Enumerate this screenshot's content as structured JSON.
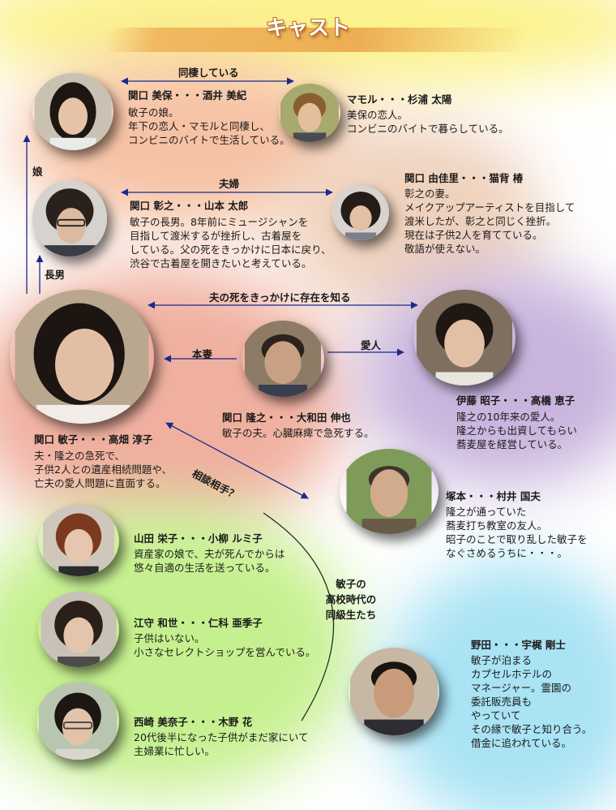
{
  "title": "キャスト",
  "relations": {
    "cohabit": "同棲している",
    "spouse": "夫婦",
    "daughter": "娘",
    "son": "長男",
    "learned": "夫の死をきっかけに存在を知る",
    "wife": "本妻",
    "lover": "愛人",
    "consult": "相談相手？",
    "classmates": [
      "敏子の",
      "高校時代の",
      "同級生たち"
    ]
  },
  "cast": {
    "miho": {
      "name": "関口 美保・・・酒井 美紀",
      "desc": [
        "敏子の娘。",
        "年下の恋人・マモルと同棲し、",
        "コンビニのバイトで生活している。"
      ]
    },
    "mamoru": {
      "name": "マモル・・・杉浦 太陽",
      "desc": [
        "美保の恋人。",
        "コンビニのバイトで暮らしている。"
      ]
    },
    "akiyuki": {
      "name": "関口 彰之・・・山本 太郎",
      "desc": [
        "敏子の長男。8年前にミュージシャンを",
        "目指して渡米するが挫折し、古着屋を",
        "している。父の死をきっかけに日本に戻り、",
        "渋谷で古着屋を開きたいと考えている。"
      ]
    },
    "yukari": {
      "name": "関口 由佳里・・・猫背 椿",
      "desc": [
        "彰之の妻。",
        "メイクアップアーティストを目指して",
        "渡米したが、彰之と同じく挫折。",
        "現在は子供2人を育てている。",
        "敬語が使えない。"
      ]
    },
    "toshiko": {
      "name": "関口 敏子・・・高畑 淳子",
      "desc": [
        "夫・隆之の急死で、",
        "子供2人との遺産相続問題や、",
        "亡夫の愛人問題に直面する。"
      ]
    },
    "takayuki": {
      "name": "関口 隆之・・・大和田 伸也",
      "desc": [
        "敏子の夫。心臓麻痺で急死する。"
      ]
    },
    "shoko": {
      "name": "伊藤 昭子・・・高橋 恵子",
      "desc": [
        "隆之の10年来の愛人。",
        "隆之からも出資してもらい",
        "蕎麦屋を経営している。"
      ]
    },
    "tsukamoto": {
      "name": "塚本・・・村井 国夫",
      "desc": [
        "隆之が通っていた",
        "蕎麦打ち教室の友人。",
        "昭子のことで取り乱した敏子を",
        "なぐさめるうちに・・・。"
      ]
    },
    "eiko": {
      "name": "山田 栄子・・・小柳 ルミ子",
      "desc": [
        "資産家の娘で、夫が死んでからは",
        "悠々自適の生活を送っている。"
      ]
    },
    "kazuyo": {
      "name": "江守 和世・・・仁科 亜季子",
      "desc": [
        "子供はいない。",
        "小さなセレクトショップを営んでいる。"
      ]
    },
    "minako": {
      "name": "西崎 美奈子・・・木野 花",
      "desc": [
        "20代後半になった子供がまだ家にいて",
        "主婦業に忙しい。"
      ]
    },
    "noda": {
      "name": "野田・・・宇梶 剛士",
      "desc": [
        "敏子が泊まる",
        "カプセルホテルの",
        "マネージャー。霊園の",
        "委託販売員も",
        "やっていて",
        "その縁で敏子と知り合う。",
        "借金に追われている。"
      ]
    }
  }
}
